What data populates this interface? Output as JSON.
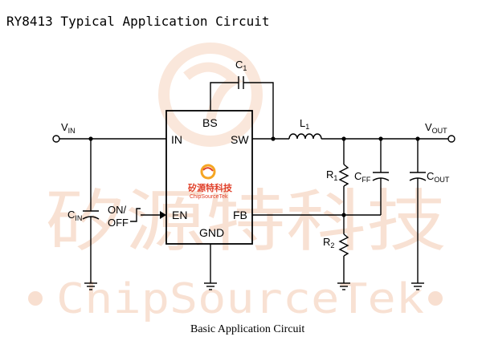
{
  "title": "RY8413 Typical Application Circuit",
  "caption": "Basic Application Circuit",
  "watermark": {
    "chinese": "矽源特科技",
    "english": "ChipSourceTek",
    "color": "#f4c9b0"
  },
  "logo": {
    "chinese": "矽源特科技",
    "english": "ChipSourceTek",
    "color": "#e0402a",
    "accent": "#f5a623"
  },
  "chip": {
    "pins": {
      "in": "IN",
      "bs": "BS",
      "sw": "SW",
      "en": "EN",
      "fb": "FB",
      "gnd": "GND"
    }
  },
  "components": {
    "vin": {
      "main": "V",
      "sub": "IN"
    },
    "vout": {
      "main": "V",
      "sub": "OUT"
    },
    "c1": {
      "main": "C",
      "sub": "1"
    },
    "l1": {
      "main": "L",
      "sub": "1"
    },
    "r1": {
      "main": "R",
      "sub": "1"
    },
    "r2": {
      "main": "R",
      "sub": "2"
    },
    "cff": {
      "main": "C",
      "sub": "FF"
    },
    "cout": {
      "main": "C",
      "sub": "OUT"
    },
    "cin": {
      "main": "C",
      "sub": "IN"
    },
    "onoff_line1": "ON/",
    "onoff_line2": "OFF"
  }
}
